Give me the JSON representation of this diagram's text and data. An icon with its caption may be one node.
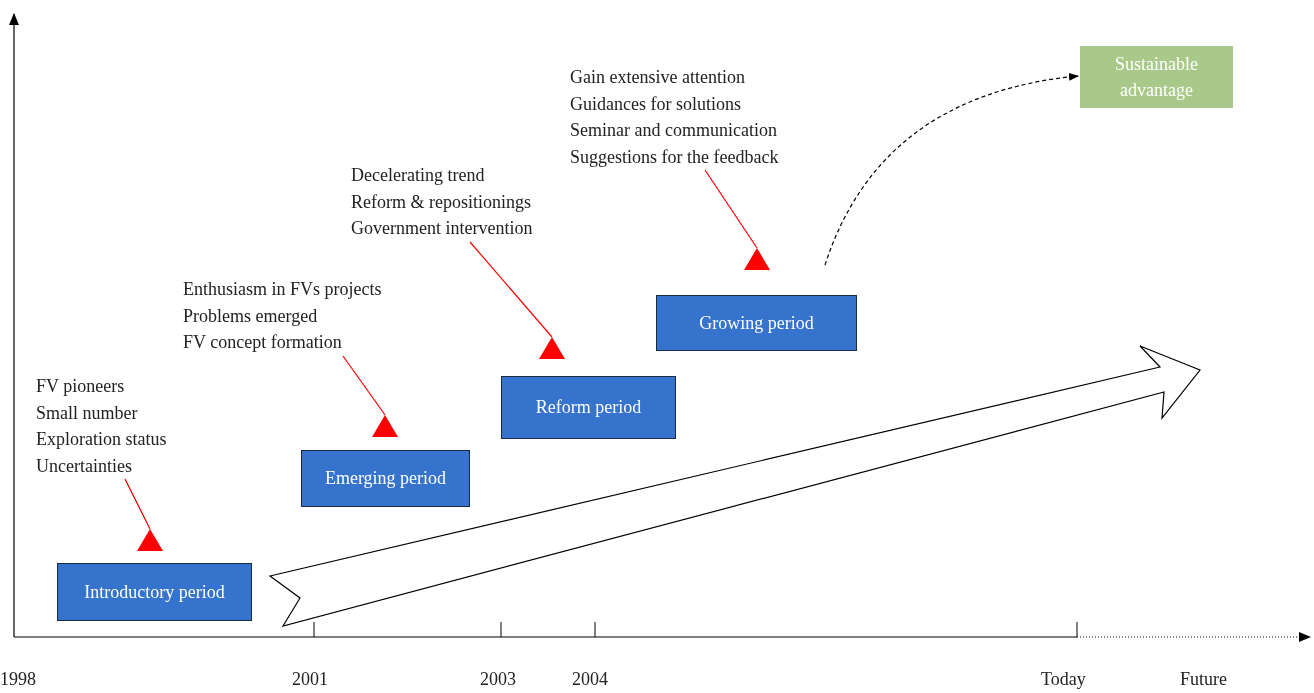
{
  "diagram": {
    "nodes": [
      {
        "text": [
          "Introductory period"
        ]
      },
      {
        "text": [
          "Emerging period"
        ]
      },
      {
        "text": [
          "Reform period"
        ]
      },
      {
        "text": [
          "Growing period"
        ]
      },
      {
        "text": [
          "Sustainable advantage"
        ]
      },
      {
        "text": [
          "FV pioneers",
          "Small number",
          "Exploration status",
          "Uncertainties"
        ]
      },
      {
        "text": [],
        "shape": "triangle"
      },
      {
        "text": [
          "Enthusiasm in FVs projects",
          "Problems emerged",
          "FV concept formation"
        ]
      },
      {
        "text": [],
        "shape": "triangle"
      },
      {
        "text": [
          "Decelerating trend",
          "Reform & repositionings",
          "Government intervention"
        ]
      },
      {
        "text": [],
        "shape": "triangle"
      },
      {
        "text": [
          "Gain extensive attention",
          "Guidances for solutions",
          "Seminar and communication",
          "Suggestions for the feedback"
        ]
      },
      {
        "text": [],
        "shape": "triangle"
      }
    ],
    "edges": [
      {
        "from": 5,
        "to": 6,
        "arrow": "none",
        "color": "#ff0000"
      },
      {
        "from": 7,
        "to": 8,
        "arrow": "none",
        "color": "#ff0000"
      },
      {
        "from": 9,
        "to": 10,
        "arrow": "none",
        "color": "#ff0000"
      },
      {
        "from": 11,
        "to": 12,
        "arrow": "none",
        "color": "#ff0000"
      },
      {
        "from": null,
        "to": 4,
        "arrow": "to",
        "style": "dashed",
        "color": "#000000"
      }
    ],
    "labels": [
      "1998",
      "2001",
      "2003",
      "2004",
      "Today",
      "Future"
    ]
  }
}
